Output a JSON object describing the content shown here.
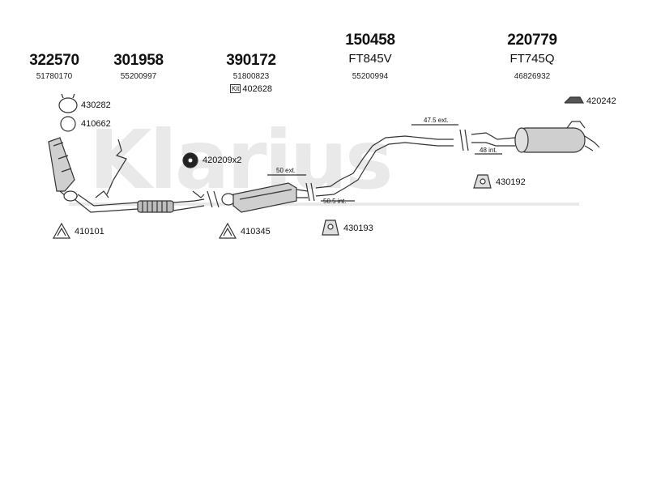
{
  "watermark": {
    "text": "Klarius"
  },
  "headers": [
    {
      "number": "322570",
      "oe": "51780170"
    },
    {
      "number": "301958",
      "oe": "55200997"
    },
    {
      "number": "390172",
      "oe": "51800823"
    },
    {
      "number": "150458",
      "variant": "FT845V",
      "oe": "55200994"
    },
    {
      "number": "220779",
      "variant": "FT745Q",
      "oe": "46826932"
    }
  ],
  "kit": {
    "badge": "Kit",
    "code": "402628"
  },
  "parts": {
    "clamp_top": "430282",
    "ring_small": "410662",
    "bolt_set": "420209x2",
    "gasket_left": "410101",
    "gasket_mid": "410345",
    "rubber_mid": "430193",
    "rubber_right": "430192",
    "tail_clamp": "420242"
  },
  "notes": {
    "ext_50": "50 ext.",
    "int_50_5": "50.5 int.",
    "ext_47_5": "47.5 ext.",
    "int_48": "48 int."
  },
  "colors": {
    "line": "#333333",
    "fill": "#cfcfcf",
    "watermark": "#e9e9e9"
  }
}
